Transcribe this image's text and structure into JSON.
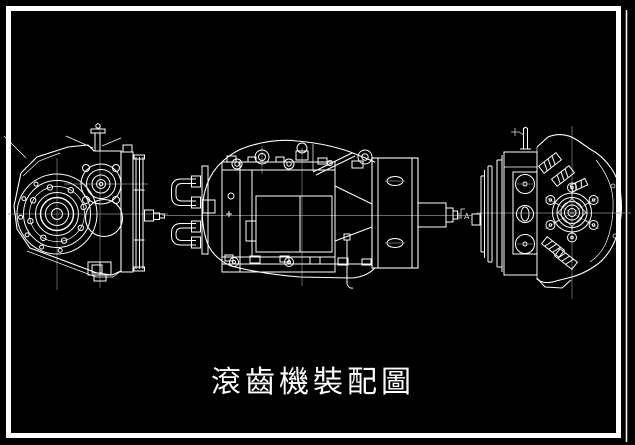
{
  "title": {
    "text": "滾齒機裝配圖"
  },
  "drawing": {
    "section_label": "A",
    "views": [
      "left-end-view",
      "front-view",
      "right-end-view"
    ]
  },
  "colors": {
    "background": "#000000",
    "line": "#ffffff",
    "centerline": "#8c8c8c",
    "frame": "#ffffff"
  }
}
